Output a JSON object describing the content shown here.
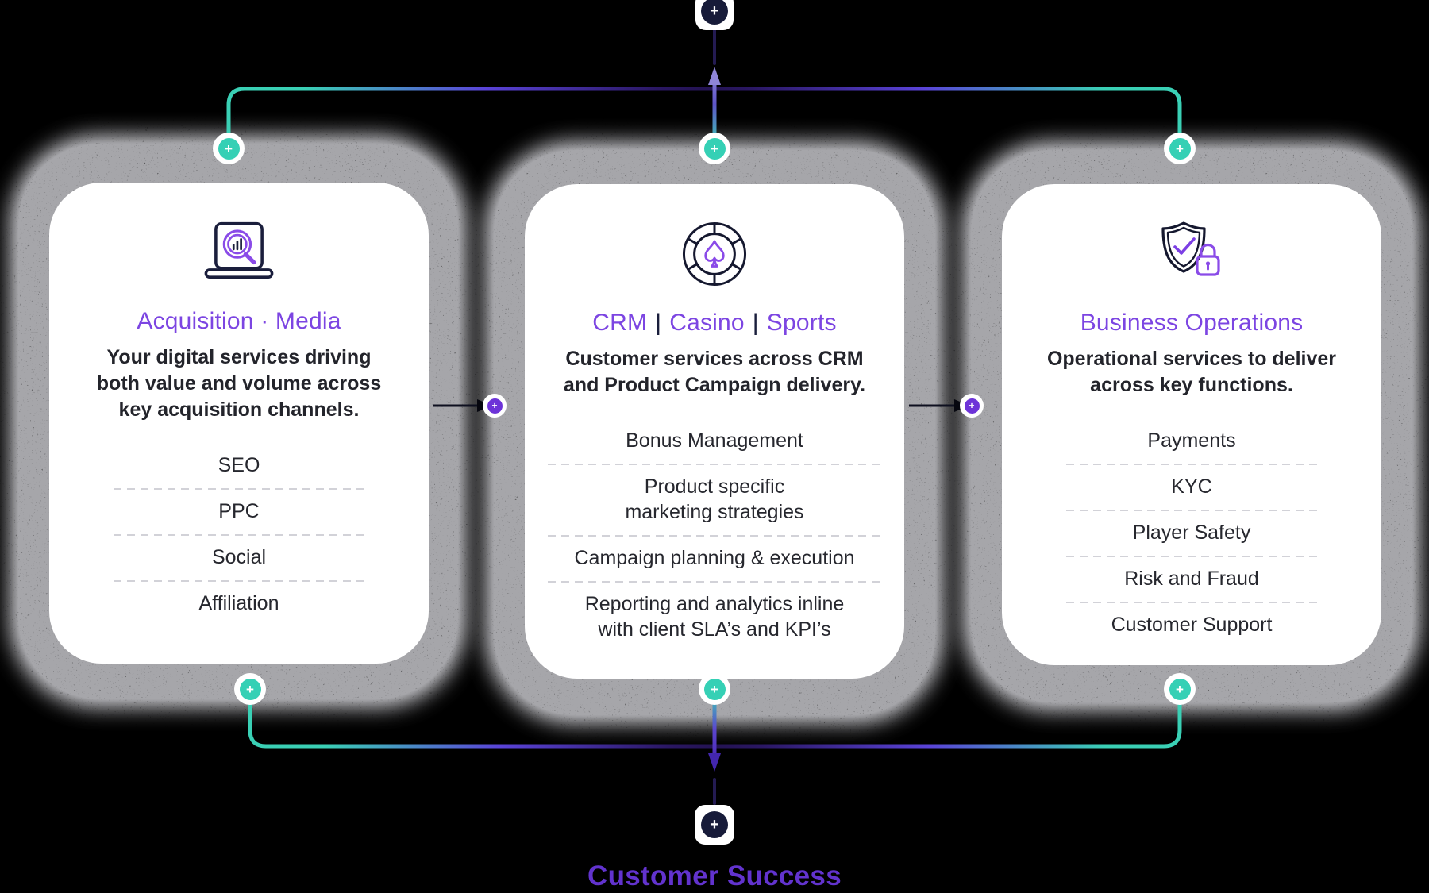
{
  "colors": {
    "background": "#000000",
    "teal_accent": "#35D0B5",
    "purple_line": "#5A43D8",
    "deep_purple_line": "#241353",
    "title_purple": "#7C45E2",
    "footer_purple": "#6233CE",
    "navy": "#171B39",
    "text_dark": "#23242B",
    "separator_gray": "#D2D2D8"
  },
  "nodes": {
    "plus": "+"
  },
  "cards": [
    {
      "icon": "laptop-analytics-icon",
      "title": "Acquisition · Media",
      "description": "Your digital services driving\nboth value and volume across\nkey acquisition channels.",
      "items": [
        "SEO",
        "PPC",
        "Social",
        "Affiliation"
      ]
    },
    {
      "icon": "casino-chip-spade-icon",
      "title_parts": [
        "CRM",
        "Casino",
        "Sports"
      ],
      "title_separator": "|",
      "description": "Customer services across CRM\nand Product Campaign delivery.",
      "items": [
        "Bonus Management",
        "Product specific\nmarketing strategies",
        "Campaign planning & execution",
        "Reporting and analytics inline\nwith client SLA’s and KPI’s"
      ]
    },
    {
      "icon": "shield-check-lock-icon",
      "title": "Business Operations",
      "description": "Operational services to deliver\nacross key functions.",
      "items": [
        "Payments",
        "KYC",
        "Player Safety",
        "Risk and Fraud",
        "Customer Support"
      ]
    }
  ],
  "footer": {
    "label": "Customer Success"
  }
}
